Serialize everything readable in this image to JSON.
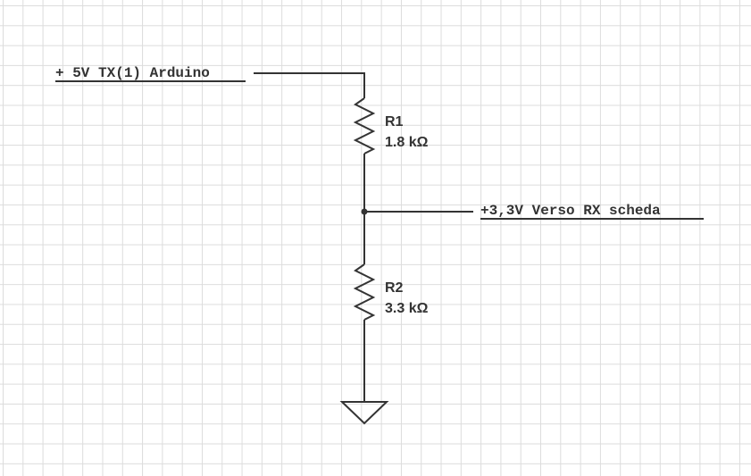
{
  "colors": {
    "wire": "#333333",
    "grid": "#dcdcdc",
    "background": "#ffffff"
  },
  "nets": {
    "input_label": "+ 5V TX(1) Arduino",
    "output_label": "+3,3V Verso RX scheda"
  },
  "components": {
    "r1": {
      "name": "R1",
      "value": "1.8 kΩ"
    },
    "r2": {
      "name": "R2",
      "value": "3.3 kΩ"
    },
    "ground": {
      "icon": "ground-icon"
    }
  }
}
